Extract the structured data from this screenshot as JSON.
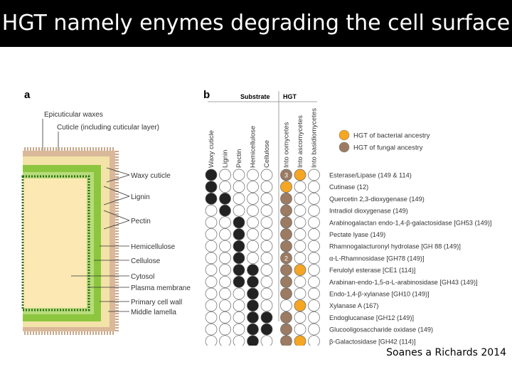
{
  "title": "HGT namely enymes degrading the cell surface",
  "credit": "Soanes a Richards 2014",
  "panel_a": {
    "label": "a",
    "top_labels": [
      "Epicuticular waxes",
      "Cuticle (including cuticular layer)"
    ],
    "side_labels": [
      "Waxy cuticle",
      "Lignin",
      "Pectin",
      "Hemicellulose",
      "Cellulose",
      "Cytosol",
      "Plasma membrane",
      "Primary cell wall",
      "Middle lamella"
    ],
    "colors": {
      "wax_spikes": "#c9a88c",
      "outer_band": "#f3e3a8",
      "green_band": "#8cc63f",
      "inner_green": "#b7dc7a",
      "cytosol": "#fbe8b3",
      "membrane": "#2d6a1a"
    }
  },
  "panel_b": {
    "label": "b",
    "header_substrate": "Substrate",
    "header_hgt": "HGT",
    "substrate_columns": [
      "Waxy cuticle",
      "Lignin",
      "Pectin",
      "Hemicellulose",
      "Cellulose"
    ],
    "hgt_columns": [
      "Into oomycetes",
      "Into ascomycetes",
      "Into basidiomycetes"
    ],
    "legend": [
      {
        "label": "HGT of bacterial ancestry",
        "color": "#f5a623"
      },
      {
        "label": "HGT of fungal ancestry",
        "color": "#9c7b62"
      }
    ],
    "colors": {
      "filled": "#222222",
      "empty": "#ffffff",
      "bacterial": "#f5a623",
      "fungal": "#9c7b62"
    },
    "enzymes": [
      {
        "name": "Esterase/Lipase (149 & 114)",
        "substrate": [
          1,
          0,
          0,
          0,
          0
        ],
        "hgt": [
          "F",
          "B",
          "E"
        ],
        "hgt_counts": [
          "3",
          "",
          ""
        ]
      },
      {
        "name": "Cutinase (12)",
        "substrate": [
          1,
          0,
          0,
          0,
          0
        ],
        "hgt": [
          "B",
          "E",
          "E"
        ],
        "hgt_counts": [
          "",
          "",
          ""
        ]
      },
      {
        "name": "Quercetin 2,3-dioxygenase (149)",
        "substrate": [
          1,
          1,
          0,
          0,
          0
        ],
        "hgt": [
          "F",
          "E",
          "E"
        ],
        "hgt_counts": [
          "",
          "",
          ""
        ]
      },
      {
        "name": "Intradiol dioxygenase (149)",
        "substrate": [
          0,
          1,
          0,
          0,
          0
        ],
        "hgt": [
          "F",
          "E",
          "E"
        ],
        "hgt_counts": [
          "",
          "",
          ""
        ]
      },
      {
        "name": "Arabinogalactan endo-1,4-β-galactosidase [GH53 (149)]",
        "substrate": [
          0,
          0,
          1,
          0,
          0
        ],
        "hgt": [
          "F",
          "E",
          "E"
        ],
        "hgt_counts": [
          "",
          "",
          ""
        ]
      },
      {
        "name": "Pectate lyase (149)",
        "substrate": [
          0,
          0,
          1,
          0,
          0
        ],
        "hgt": [
          "F",
          "E",
          "E"
        ],
        "hgt_counts": [
          "",
          "",
          ""
        ]
      },
      {
        "name": "Rhamnogalacturonyl hydrolase [GH 88 (149)]",
        "substrate": [
          0,
          0,
          1,
          0,
          0
        ],
        "hgt": [
          "F",
          "E",
          "E"
        ],
        "hgt_counts": [
          "",
          "",
          ""
        ]
      },
      {
        "name": "α-L-Rhamnosidase [GH78 (149)]",
        "substrate": [
          0,
          0,
          1,
          0,
          0
        ],
        "hgt": [
          "F",
          "E",
          "E"
        ],
        "hgt_counts": [
          "2",
          "",
          ""
        ]
      },
      {
        "name": "Ferulolyl esterase [CE1 (114)]",
        "substrate": [
          0,
          0,
          1,
          1,
          0
        ],
        "hgt": [
          "F",
          "B",
          "E"
        ],
        "hgt_counts": [
          "",
          "",
          ""
        ]
      },
      {
        "name": "Arabinan-endo-1,5-α-L-arabinosidase [GH43 (149)]",
        "substrate": [
          0,
          0,
          1,
          1,
          0
        ],
        "hgt": [
          "F",
          "E",
          "E"
        ],
        "hgt_counts": [
          "",
          "",
          ""
        ]
      },
      {
        "name": "Endo-1,4-β-xylanase [GH10 (149)]",
        "substrate": [
          0,
          0,
          0,
          1,
          0
        ],
        "hgt": [
          "F",
          "E",
          "E"
        ],
        "hgt_counts": [
          "",
          "",
          ""
        ]
      },
      {
        "name": "Xylanase A (167)",
        "substrate": [
          0,
          0,
          0,
          1,
          0
        ],
        "hgt": [
          "E",
          "B",
          "E"
        ],
        "hgt_counts": [
          "",
          "",
          ""
        ]
      },
      {
        "name": "Endoglucanase [GH12 (149)]",
        "substrate": [
          0,
          0,
          0,
          1,
          1
        ],
        "hgt": [
          "F",
          "E",
          "E"
        ],
        "hgt_counts": [
          "",
          "",
          ""
        ]
      },
      {
        "name": "Glucooligosaccharide oxidase (149)",
        "substrate": [
          0,
          0,
          0,
          1,
          1
        ],
        "hgt": [
          "F",
          "E",
          "E"
        ],
        "hgt_counts": [
          "",
          "",
          ""
        ]
      },
      {
        "name": "β-Galactosidase [GH42 (114)]",
        "substrate": [
          0,
          0,
          0,
          1,
          0
        ],
        "hgt": [
          "F",
          "B",
          "E"
        ],
        "hgt_counts": [
          "",
          "",
          ""
        ]
      }
    ]
  }
}
